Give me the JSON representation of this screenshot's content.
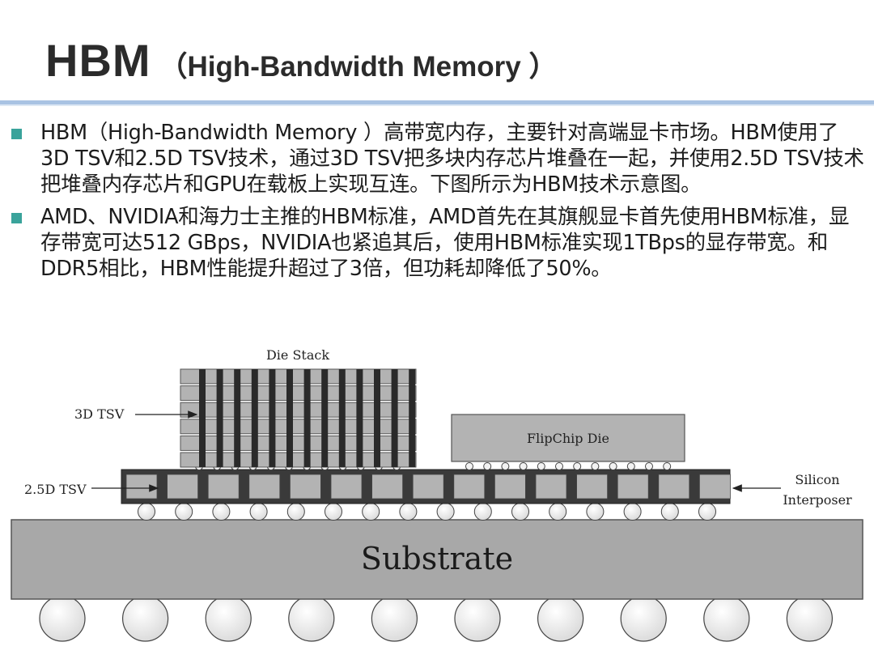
{
  "slide": {
    "title": "HBM",
    "subtitle": "（High-Bandwidth Memory ）",
    "bullets": [
      "HBM（High-Bandwidth Memory ）高带宽内存，主要针对高端显卡市场。HBM使用了3D TSV和2.5D TSV技术，通过3D TSV把多块内存芯片堆叠在一起，并使用2.5D TSV技术把堆叠内存芯片和GPU在载板上实现互连。下图所示为HBM技术示意图。",
      "AMD、NVIDIA和海力士主推的HBM标准，AMD首先在其旗舰显卡首先使用HBM标准，显存带宽可达512 GBps，NVIDIA也紧追其后，使用HBM标准实现1TBps的显存带宽。和DDR5相比，HBM性能提升超过了3倍，但功耗却降低了50%。"
    ],
    "accent_color": "#3aa39b",
    "rule_color": "#a9c3e3"
  },
  "diagram": {
    "labels": {
      "die_stack": "Die Stack",
      "tsv_3d": "3D TSV",
      "tsv_25d": "2.5D TSV",
      "flipchip": "FlipChip Die",
      "interposer_line1": "Silicon",
      "interposer_line2": "Interposer",
      "substrate": "Substrate"
    },
    "colors": {
      "die_fill": "#b3b3b3",
      "tsv_fill": "#2a2a2a",
      "interposer_fill": "#3a3a3a",
      "substrate_fill": "#a8a8a8",
      "ball_fill": "#f2f2f2"
    }
  }
}
